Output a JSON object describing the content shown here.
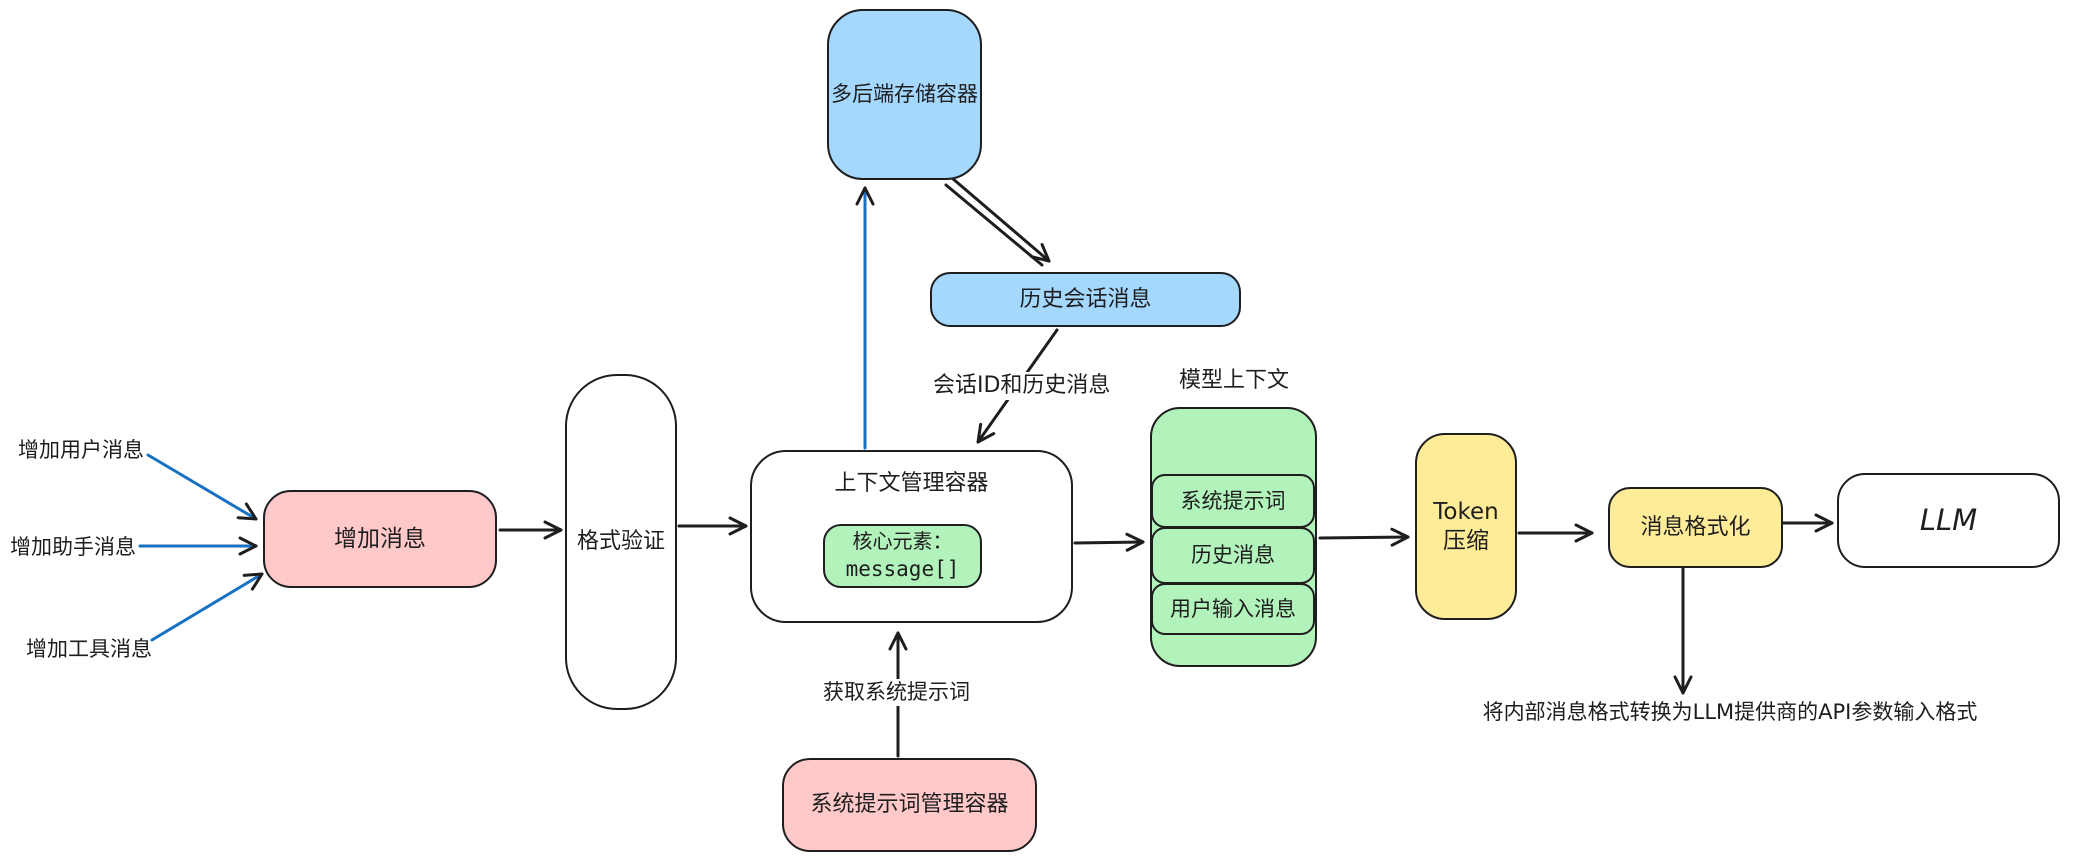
{
  "diagram": {
    "inputs": {
      "user": "增加用户消息",
      "assistant": "增加助手消息",
      "tool": "增加工具消息"
    },
    "nodes": {
      "add_message": "增加消息",
      "format_validation": "格式验证",
      "context_container_title": "上下文管理容器",
      "core_element_line1": "核心元素：",
      "core_element_line2": "message[]",
      "storage_container": "多后端存储容器",
      "history_session_messages": "历史会话消息",
      "prompt_manager": "系统提示词管理容器",
      "model_context_title": "模型上下文",
      "model_context_items": [
        "系统提示词",
        "历史消息",
        "用户输入消息"
      ],
      "token_compression_line1": "Token",
      "token_compression_line2": "压缩",
      "message_formatting": "消息格式化",
      "llm": "LLM"
    },
    "edge_labels": {
      "session_id_and_history": "会话ID和历史消息",
      "get_system_prompt": "获取系统提示词",
      "formatting_note": "将内部消息格式转换为LLM提供商的API参数输入格式"
    },
    "colors": {
      "stroke": "#1e1e1e",
      "blue_fill": "#a5d8ff",
      "pink_fill": "#ffc9c9",
      "green_fill": "#b2f2bb",
      "yellow_fill": "#ffec99",
      "blue_arrow": "#1971c2"
    }
  }
}
